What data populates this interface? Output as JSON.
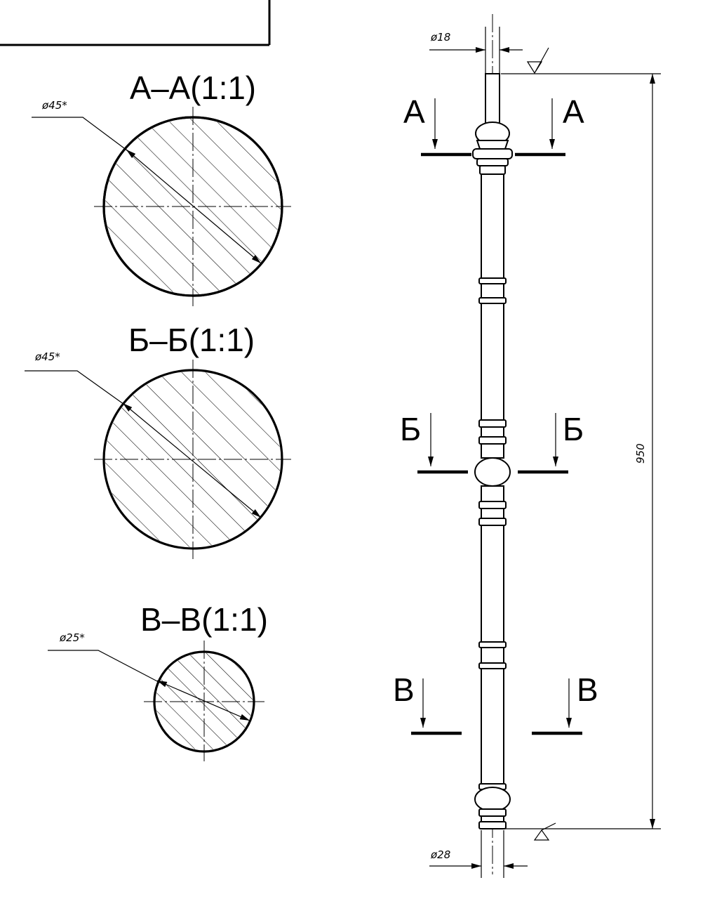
{
  "sections": [
    {
      "id": "aa",
      "title": "А–А(1:1)",
      "diameter_label": "ø45*"
    },
    {
      "id": "bb",
      "title": "Б–Б(1:1)",
      "diameter_label": "ø45*"
    },
    {
      "id": "vv",
      "title": "В–В(1:1)",
      "diameter_label": "ø25*"
    }
  ],
  "baluster": {
    "top_diameter_label": "ø18",
    "bottom_diameter_label": "ø28",
    "length_label": "950",
    "cut_letters": {
      "a": "А",
      "b": "Б",
      "v": "В"
    }
  },
  "colors": {
    "ink": "#000000",
    "paper": "#ffffff"
  }
}
